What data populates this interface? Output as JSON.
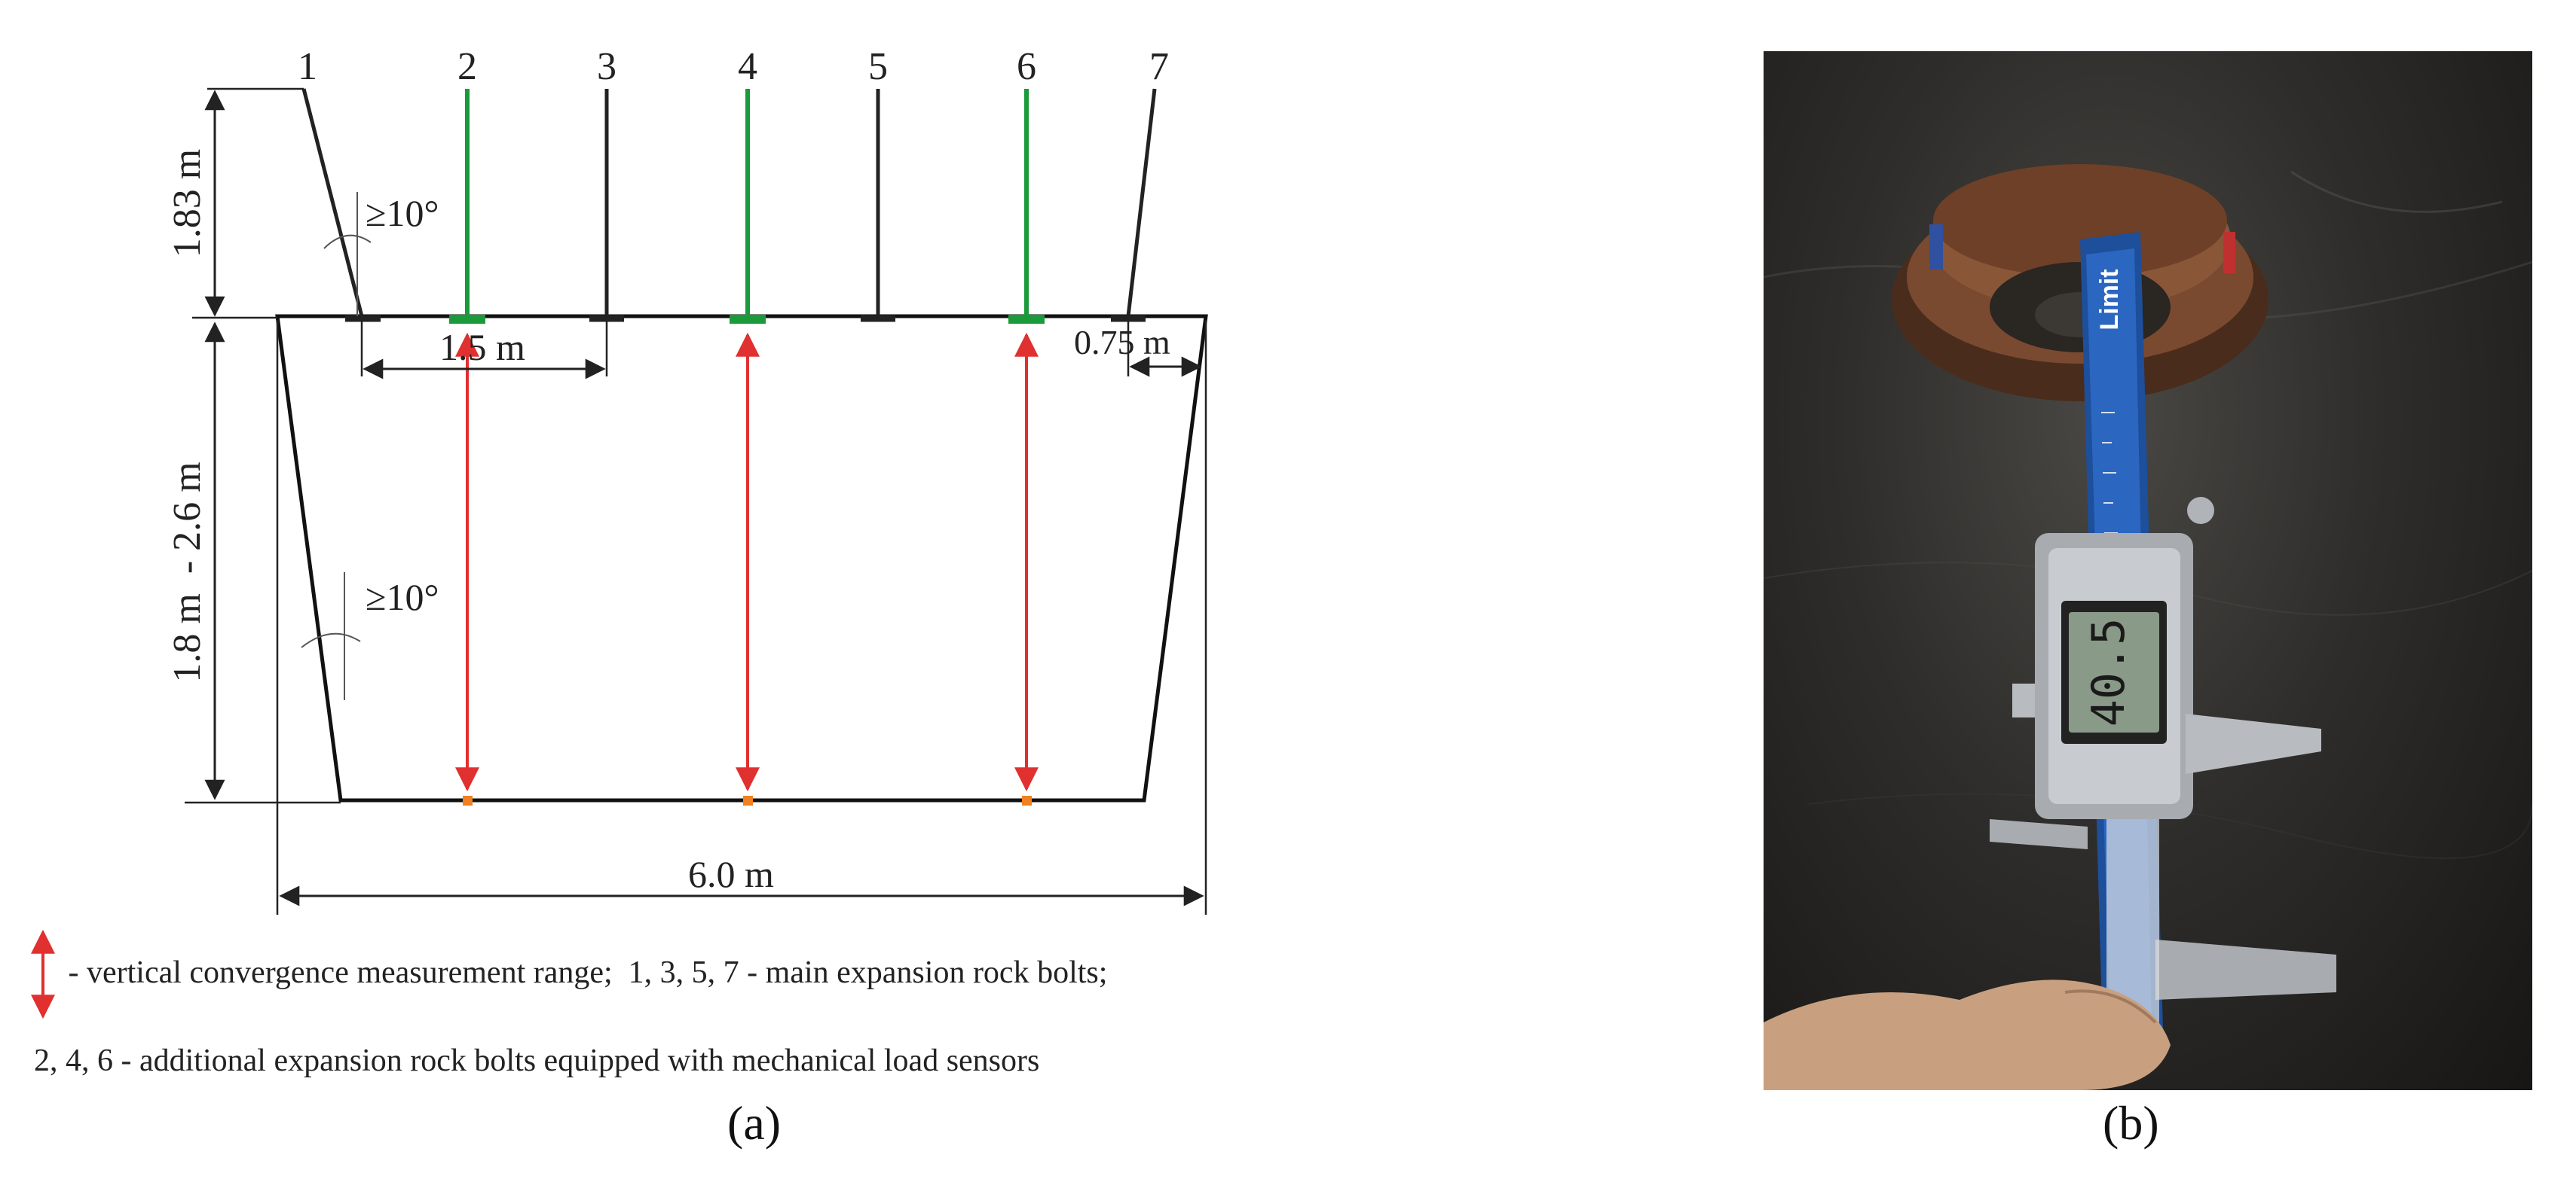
{
  "diagram": {
    "bolt_labels": [
      "1",
      "2",
      "3",
      "4",
      "5",
      "6",
      "7"
    ],
    "dimensions": {
      "bolt_length": "1.83 m",
      "roof_angle": "≥10°",
      "wall_angle": "≥10°",
      "bolt_spacing": "1.5 m",
      "edge_distance": "0.75 m",
      "height": "1.8 m  - 2.6 m",
      "width": "6.0 m"
    },
    "legend": {
      "line1": " - vertical convergence measurement range;  1, 3, 5, 7 - main expansion rock bolts;",
      "line2": "2, 4, 6 - additional expansion rock bolts equipped with mechanical load sensors"
    },
    "colors": {
      "main_bolt": "#222222",
      "sensor_bolt": "#1a9a3a",
      "convergence_arrow": "#e03030",
      "floor_marker": "#f08020"
    }
  },
  "photo": {
    "caliper_brand": "Limit",
    "caliper_display": "40.5"
  },
  "captions": {
    "a": "(a)",
    "b": "(b)"
  }
}
